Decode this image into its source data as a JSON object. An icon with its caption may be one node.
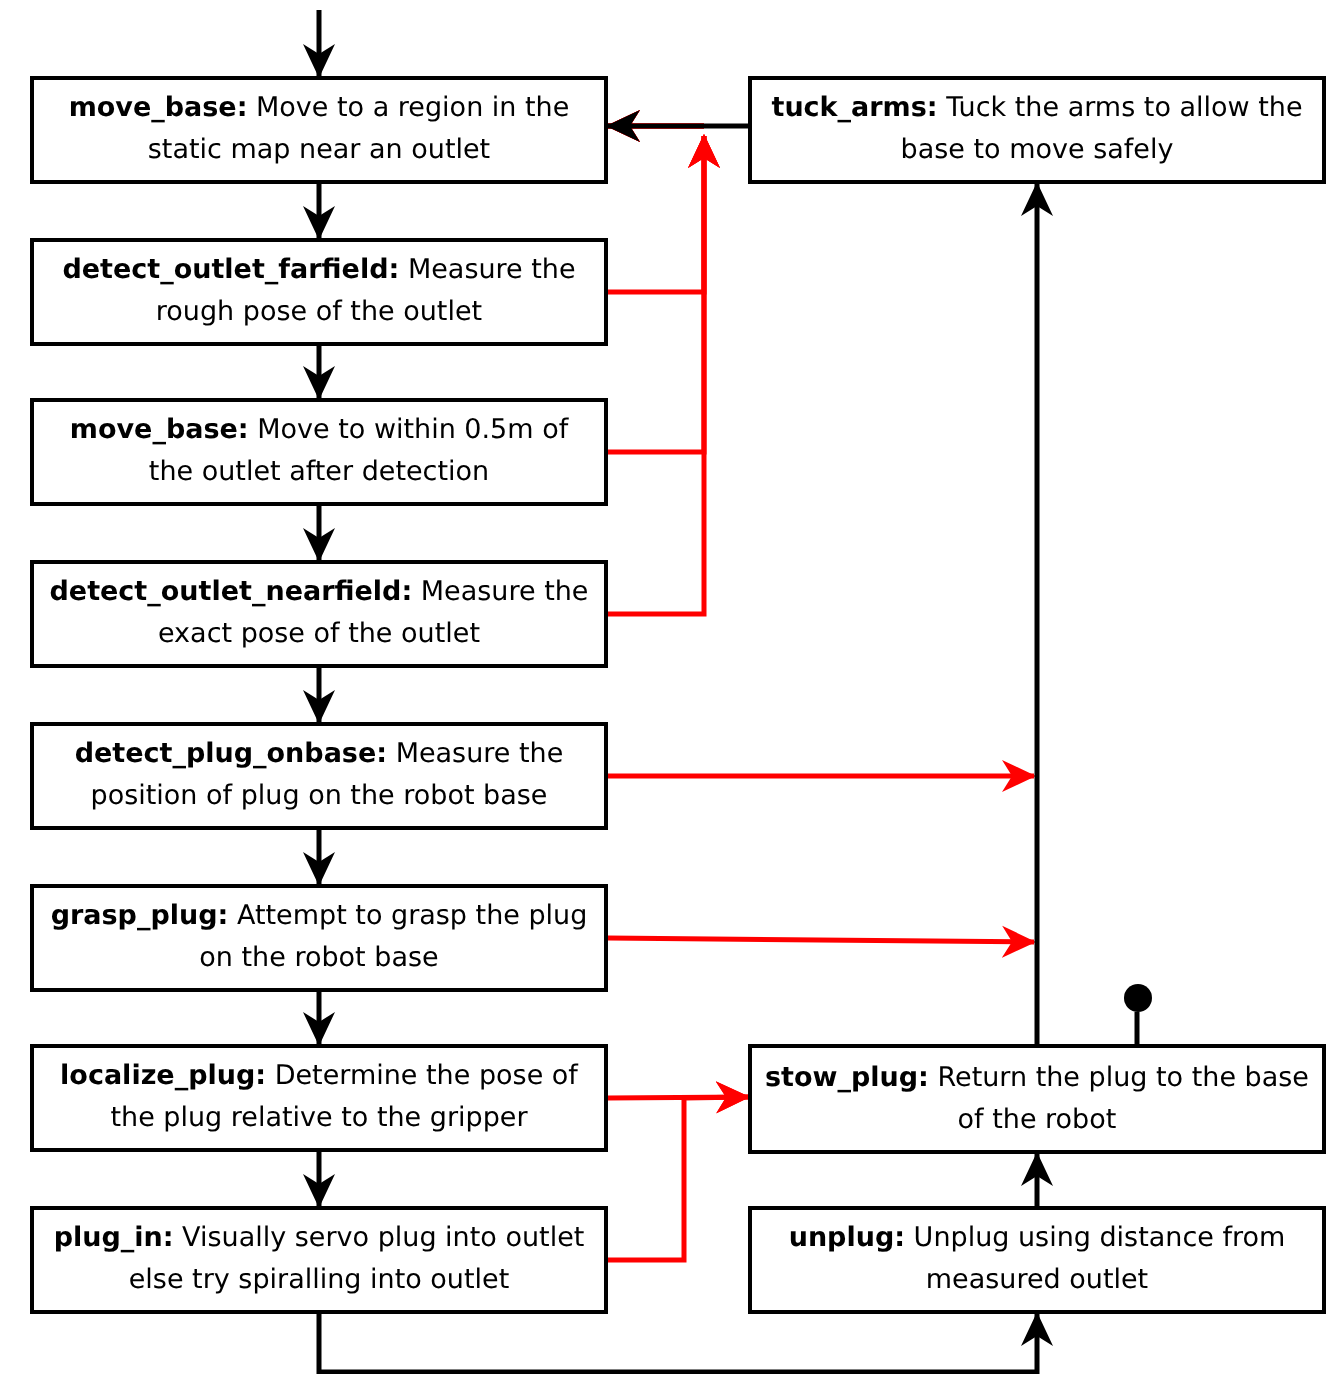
{
  "diagram": {
    "nodes": [
      {
        "text": [
          "**move_base:** Move to a region in the static map near an outlet"
        ]
      },
      {
        "text": [
          "**detect_outlet_farfield:** Measure the rough pose of the outlet"
        ]
      },
      {
        "text": [
          "**move_base:** Move to within 0.5m of the outlet after detection"
        ]
      },
      {
        "text": [
          "**detect_outlet_nearfield:** Measure the exact pose of the outlet"
        ]
      },
      {
        "text": [
          "**detect_plug_onbase:** Measure the position of plug on the robot base"
        ]
      },
      {
        "text": [
          "**grasp_plug:** Attempt to grasp the plug on the robot base"
        ]
      },
      {
        "text": [
          "**localize_plug:** Determine the pose of the plug relative to the gripper"
        ]
      },
      {
        "text": [
          "**plug_in:** Visually servo plug into outlet else try spiralling into outlet"
        ]
      },
      {
        "text": [
          "**tuck_arms:** Tuck the arms to allow the base to move safely"
        ]
      },
      {
        "text": [
          "**stow_plug:** Return the plug to the base of the robot"
        ]
      },
      {
        "text": [
          "**unplug:** Unplug using distance from measured outlet"
        ]
      },
      {
        "text": [],
        "shape": "circle"
      }
    ],
    "edges": [
      {
        "from": null,
        "to": 0,
        "arrow": "to"
      },
      {
        "from": 0,
        "to": 1,
        "arrow": "to"
      },
      {
        "from": 1,
        "to": 2,
        "arrow": "to"
      },
      {
        "from": 2,
        "to": 3,
        "arrow": "to"
      },
      {
        "from": 3,
        "to": 4,
        "arrow": "to"
      },
      {
        "from": 4,
        "to": 5,
        "arrow": "to"
      },
      {
        "from": 5,
        "to": 6,
        "arrow": "to"
      },
      {
        "from": 6,
        "to": 7,
        "arrow": "to"
      },
      {
        "from": 8,
        "to": 0,
        "arrow": "to"
      },
      {
        "from": 1,
        "to": 0,
        "arrow": "to",
        "color": "#ff0000"
      },
      {
        "from": 2,
        "to": 0,
        "arrow": "to",
        "color": "#ff0000"
      },
      {
        "from": 3,
        "to": 0,
        "arrow": "to",
        "color": "#ff0000"
      },
      {
        "from": 9,
        "to": 8,
        "arrow": "to"
      },
      {
        "from": 4,
        "to": null,
        "arrow": "to",
        "color": "#ff0000"
      },
      {
        "from": 5,
        "to": null,
        "arrow": "to",
        "color": "#ff0000"
      },
      {
        "from": 6,
        "to": 9,
        "arrow": "to",
        "color": "#ff0000"
      },
      {
        "from": 7,
        "to": 9,
        "arrow": "to",
        "color": "#ff0000"
      },
      {
        "from": 7,
        "to": 10,
        "arrow": "to"
      },
      {
        "from": 10,
        "to": 9,
        "arrow": "to"
      },
      {
        "from": 9,
        "to": 11,
        "arrow": "none"
      }
    ]
  }
}
